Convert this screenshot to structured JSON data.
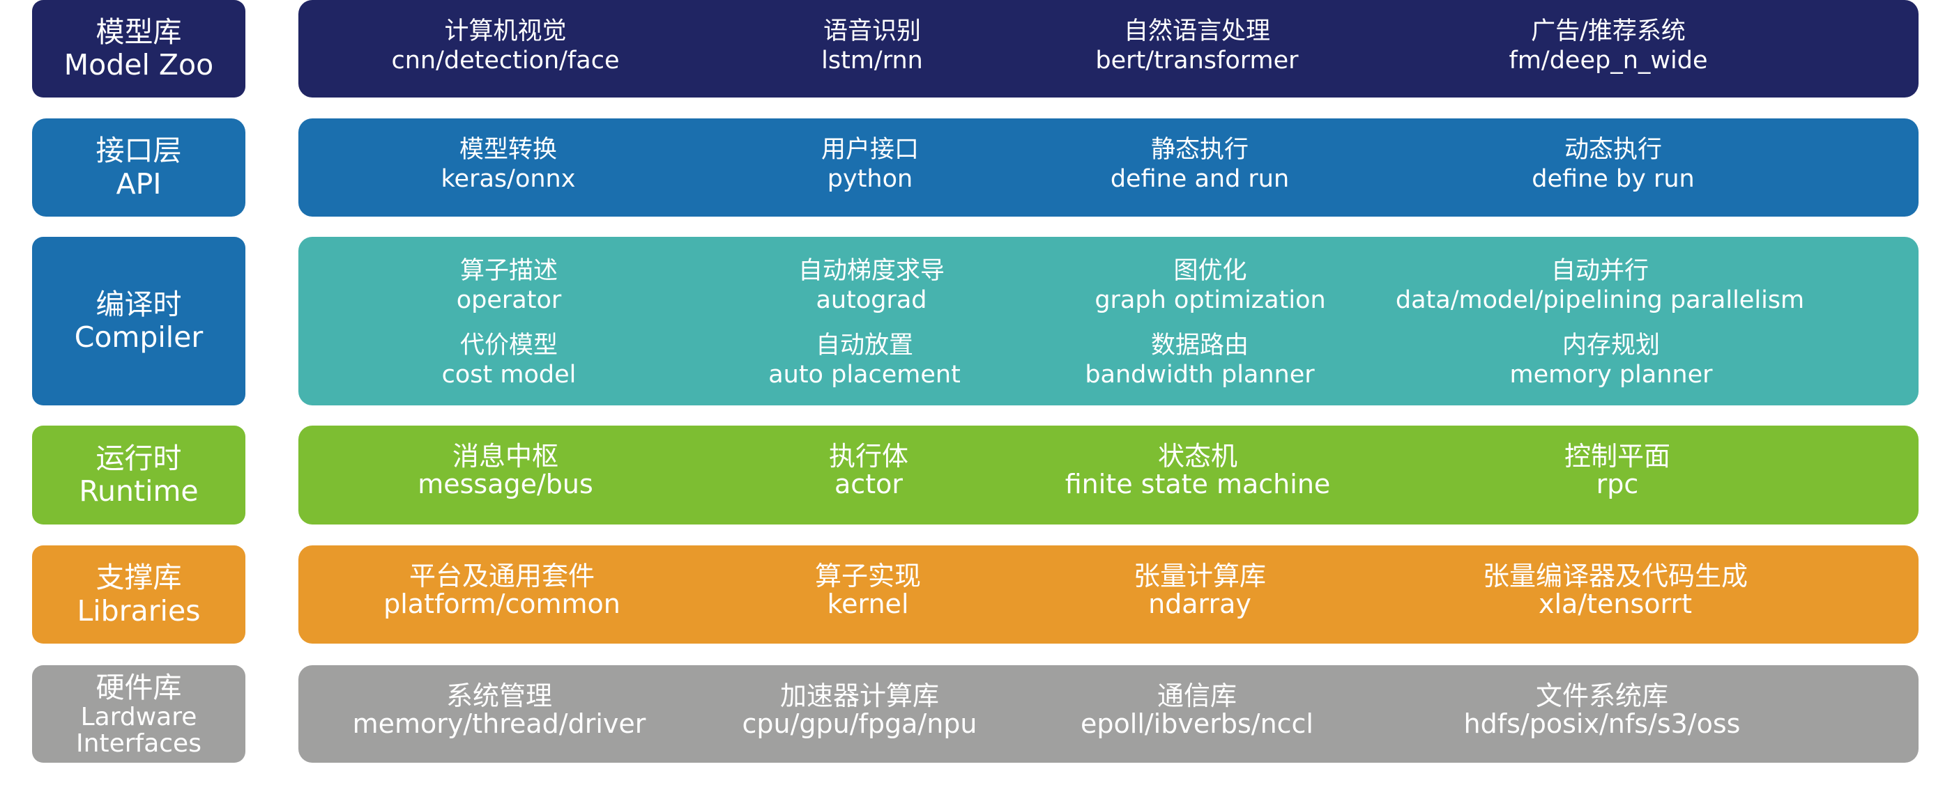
{
  "colors": {
    "model_zoo": "#202563",
    "api": "#1b6fae",
    "compiler_label": "#1b6fae",
    "compiler_content": "#47b3ae",
    "runtime": "#7dbe32",
    "libraries": "#e8992b",
    "hardware": "#a0a09f"
  },
  "layers": {
    "model_zoo": {
      "label_zh": "模型库",
      "label_en": "Model Zoo",
      "items": [
        {
          "zh": "计算机视觉",
          "en": "cnn/detection/face"
        },
        {
          "zh": "语音识别",
          "en": "lstm/rnn"
        },
        {
          "zh": "自然语言处理",
          "en": "bert/transformer"
        },
        {
          "zh": "广告/推荐系统",
          "en": "fm/deep_n_wide"
        }
      ]
    },
    "api": {
      "label_zh": "接口层",
      "label_en": "API",
      "items": [
        {
          "zh": "模型转换",
          "en": "keras/onnx"
        },
        {
          "zh": "用户接口",
          "en": "python"
        },
        {
          "zh": "静态执行",
          "en": "define and run"
        },
        {
          "zh": "动态执行",
          "en": "define by run"
        }
      ]
    },
    "compiler": {
      "label_zh": "编译时",
      "label_en": "Compiler",
      "row1": [
        {
          "zh": "算子描述",
          "en": "operator"
        },
        {
          "zh": "自动梯度求导",
          "en": "autograd"
        },
        {
          "zh": "图优化",
          "en": "graph optimization"
        },
        {
          "zh": "自动并行",
          "en": "data/model/pipelining parallelism"
        }
      ],
      "row2": [
        {
          "zh": "代价模型",
          "en": "cost model"
        },
        {
          "zh": "自动放置",
          "en": "auto placement"
        },
        {
          "zh": "数据路由",
          "en": "bandwidth planner"
        },
        {
          "zh": "内存规划",
          "en": "memory planner"
        }
      ]
    },
    "runtime": {
      "label_zh": "运行时",
      "label_en": "Runtime",
      "items": [
        {
          "zh": "消息中枢",
          "en": "message/bus"
        },
        {
          "zh": "执行体",
          "en": "actor"
        },
        {
          "zh": "状态机",
          "en": "finite state machine"
        },
        {
          "zh": "控制平面",
          "en": "rpc"
        }
      ]
    },
    "libraries": {
      "label_zh": "支撑库",
      "label_en": "Libraries",
      "items": [
        {
          "zh": "平台及通用套件",
          "en": "platform/common"
        },
        {
          "zh": "算子实现",
          "en": "kernel"
        },
        {
          "zh": "张量计算库",
          "en": "ndarray"
        },
        {
          "zh": "张量编译器及代码生成",
          "en": "xla/tensorrt"
        }
      ]
    },
    "hardware": {
      "label_zh": "硬件库",
      "label_en_1": "Lardware",
      "label_en_2": "Interfaces",
      "items": [
        {
          "zh": "系统管理",
          "en": "memory/thread/driver"
        },
        {
          "zh": "加速器计算库",
          "en": "cpu/gpu/fpga/npu"
        },
        {
          "zh": "通信库",
          "en": "epoll/ibverbs/nccl"
        },
        {
          "zh": "文件系统库",
          "en": "hdfs/posix/nfs/s3/oss"
        }
      ]
    }
  }
}
